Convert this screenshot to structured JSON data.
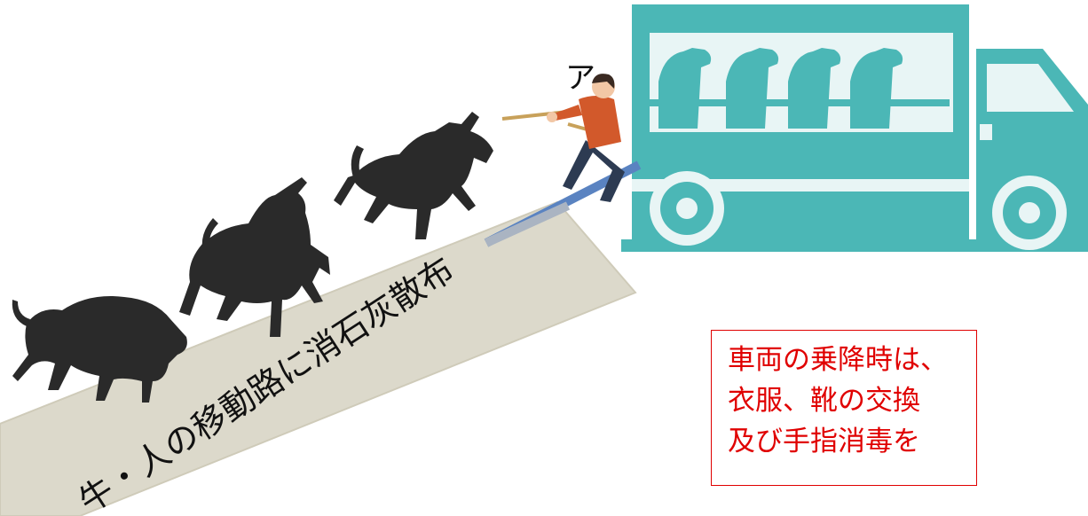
{
  "ramp": {
    "label": "牛・人の移動路に消石灰散布"
  },
  "handler": {
    "label": "ア"
  },
  "notice": {
    "lines": [
      "車両の乗降時は、",
      "衣服、靴の交換",
      "及び手指消毒を"
    ]
  },
  "icons": {
    "truck": "livestock-truck-icon",
    "person": "person-pulling-rope-icon",
    "cattle": "bull-silhouette-icon"
  },
  "colors": {
    "truck": "#4bb7b6",
    "ramp": "#dcd9cb",
    "notice_text": "#e00000",
    "notice_border": "#e00000",
    "cattle": "#2a2a2a",
    "shirt": "#d2592b"
  }
}
